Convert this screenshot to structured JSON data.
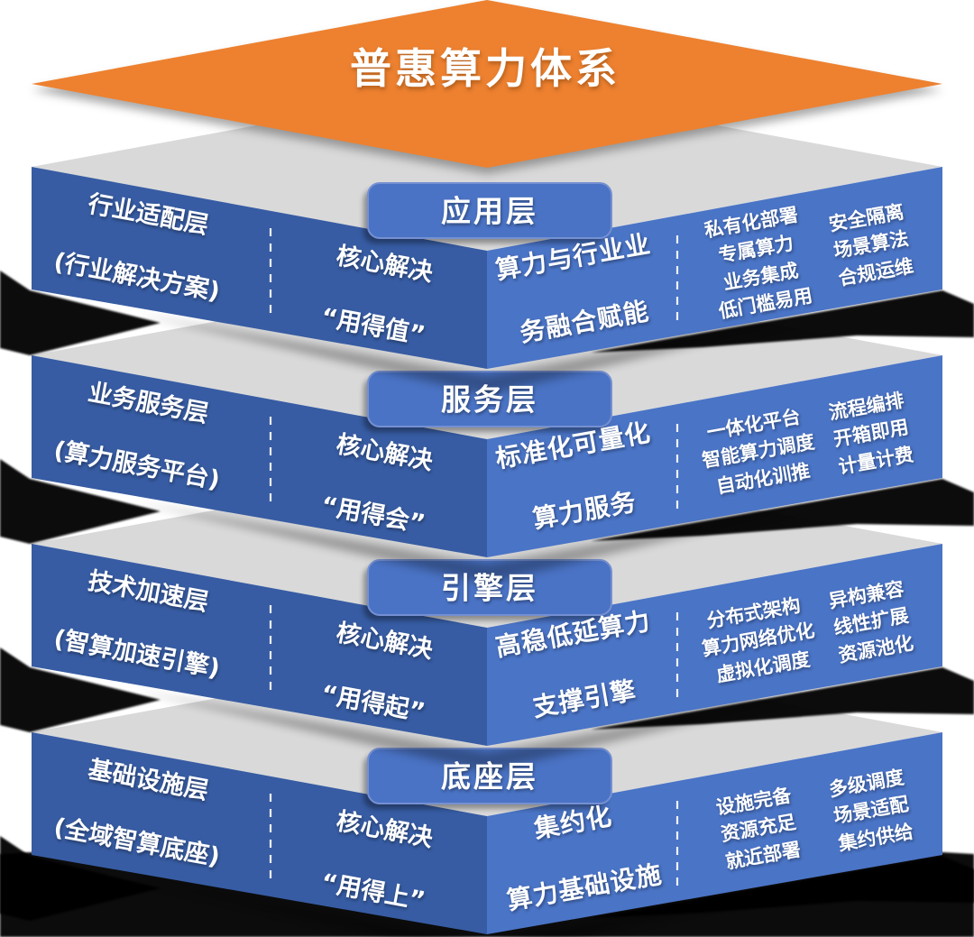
{
  "title": "普惠算力体系",
  "colors": {
    "orange": "#ED8130",
    "dark_blue": "#375CA3",
    "light_blue": "#4A74C6",
    "badge_fill": "#4A73C5",
    "badge_border": "#7590D2",
    "top_gray": "#D9D9D9",
    "shadow_black": "#000000",
    "text_white": "#FFFFFF"
  },
  "layers": [
    {
      "badge": "应用层",
      "left_title": "行业适配层",
      "left_subtitle": "(行业解决方案)",
      "core_label": "核心解决",
      "core_value": "“用得值”",
      "main_line1": "算力与行业业",
      "main_line2": "务融合赋能",
      "features_col1": [
        "私有化部署",
        "专属算力",
        "业务集成",
        "低门槛易用"
      ],
      "features_col2": [
        "安全隔离",
        "场景算法",
        "合规运维"
      ]
    },
    {
      "badge": "服务层",
      "left_title": "业务服务层",
      "left_subtitle": "(算力服务平台)",
      "core_label": "核心解决",
      "core_value": "“用得会”",
      "main_line1": "标准化可量化",
      "main_line2": "算力服务",
      "features_col1": [
        "一体化平台",
        "智能算力调度",
        "自动化训推"
      ],
      "features_col2": [
        "流程编排",
        "开箱即用",
        "计量计费"
      ]
    },
    {
      "badge": "引擎层",
      "left_title": "技术加速层",
      "left_subtitle": "(智算加速引擎)",
      "core_label": "核心解决",
      "core_value": "“用得起”",
      "main_line1": "高稳低延算力",
      "main_line2": "支撑引擎",
      "features_col1": [
        "分布式架构",
        "算力网络优化",
        "虚拟化调度"
      ],
      "features_col2": [
        "异构兼容",
        "线性扩展",
        "资源池化"
      ]
    },
    {
      "badge": "底座层",
      "left_title": "基础设施层",
      "left_subtitle": "(全域智算底座)",
      "core_label": "核心解决",
      "core_value": "“用得上”",
      "main_line1": "集约化",
      "main_line2": "算力基础设施",
      "features_col1": [
        "设施完备",
        "资源充足",
        "就近部署"
      ],
      "features_col2": [
        "多级调度",
        "场景适配",
        "集约供给"
      ]
    }
  ]
}
